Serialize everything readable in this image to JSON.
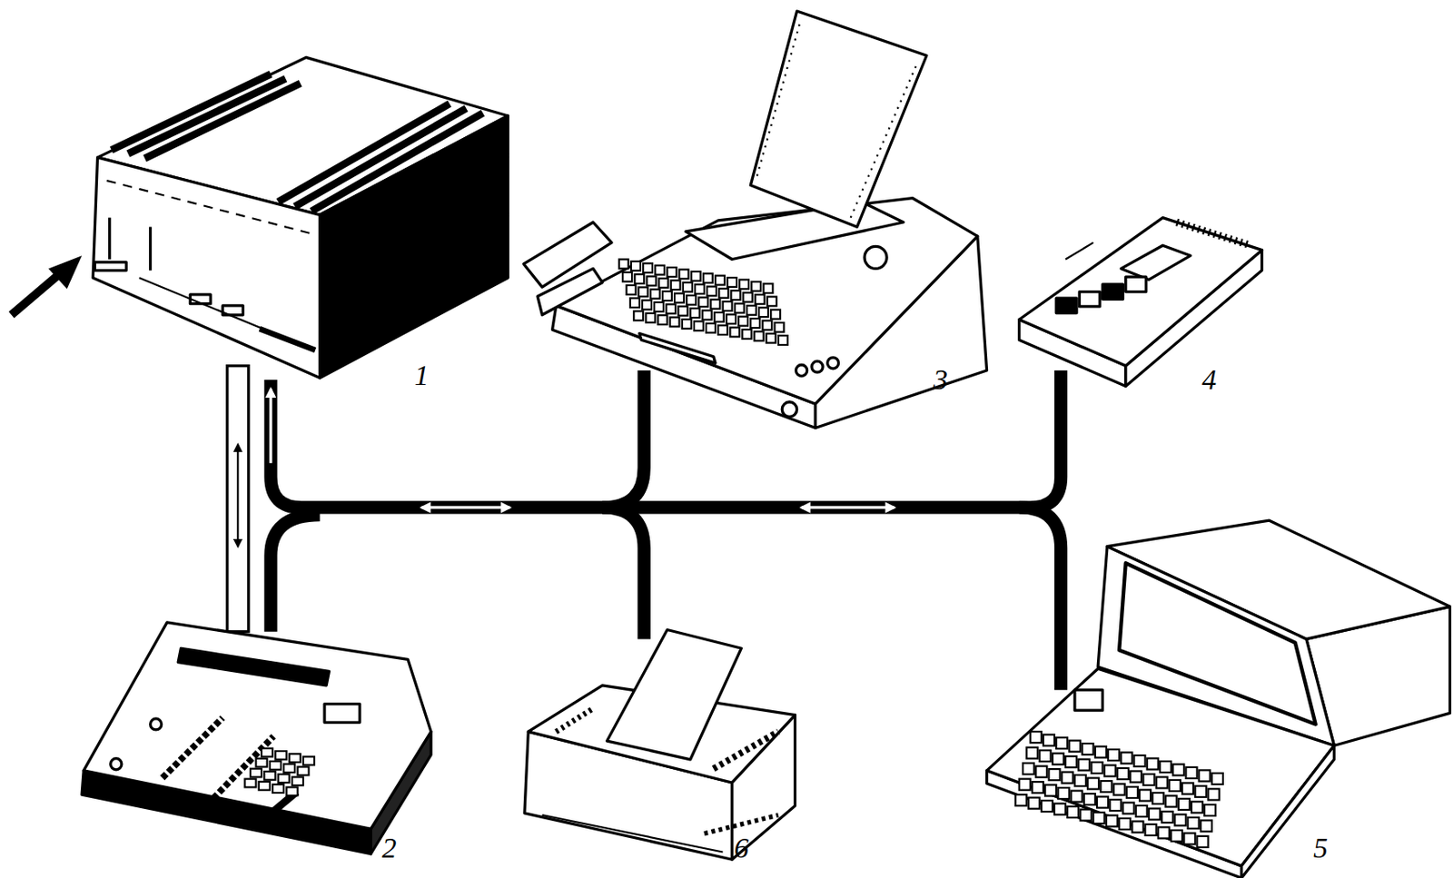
{
  "diagram": {
    "labels": [
      "1",
      "3",
      "4",
      "2",
      "6",
      "5"
    ]
  }
}
